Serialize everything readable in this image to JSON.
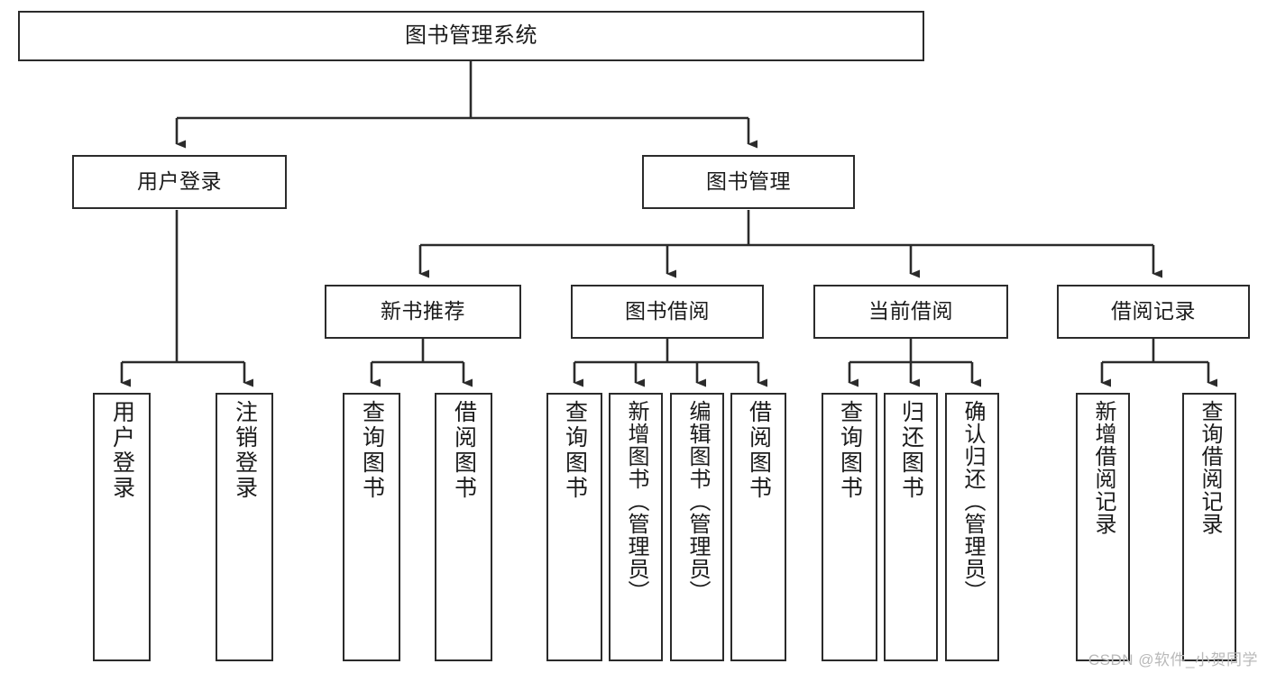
{
  "diagram": {
    "title": "图书管理系统",
    "type": "function-structure-tree",
    "background_color": "#ffffff",
    "line_color": "#2b2b2b",
    "text_color": "#1b1b1b",
    "levels": 4,
    "root": {
      "label": "图书管理系统"
    },
    "level2": [
      {
        "label": "用户登录"
      },
      {
        "label": "图书管理"
      }
    ],
    "level3": [
      {
        "label": "新书推荐"
      },
      {
        "label": "图书借阅"
      },
      {
        "label": "当前借阅"
      },
      {
        "label": "借阅记录"
      }
    ],
    "leaves": {
      "user_login": [
        {
          "label": "用户登录"
        },
        {
          "label": "注销登录"
        }
      ],
      "new_book_recommend": [
        {
          "label": "查询图书"
        },
        {
          "label": "借阅图书"
        }
      ],
      "book_borrow": [
        {
          "label": "查询图书"
        },
        {
          "label": "新增图书（管理员）"
        },
        {
          "label": "编辑图书（管理员）"
        },
        {
          "label": "借阅图书"
        }
      ],
      "current_borrow": [
        {
          "label": "查询图书"
        },
        {
          "label": "归还图书"
        },
        {
          "label": "确认归还（管理员）"
        }
      ],
      "borrow_record": [
        {
          "label": "新增借阅记录"
        },
        {
          "label": "查询借阅记录"
        }
      ]
    }
  },
  "watermark": {
    "text": "CSDN @软件_小贺同学"
  }
}
